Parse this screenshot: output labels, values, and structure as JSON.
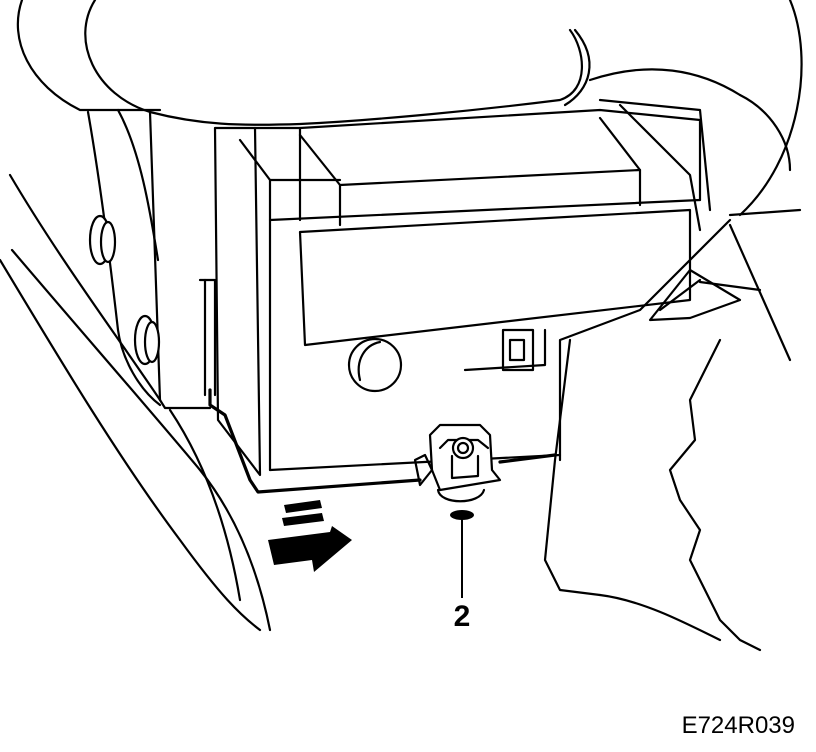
{
  "callouts": [
    {
      "id": "2",
      "label": "2"
    }
  ],
  "figure_code": "E724R039",
  "icons": {
    "direction_arrow": "down-left-arrow-icon",
    "fastener": "clip-nut-icon"
  },
  "colors": {
    "line": "#000000",
    "background": "#ffffff"
  }
}
